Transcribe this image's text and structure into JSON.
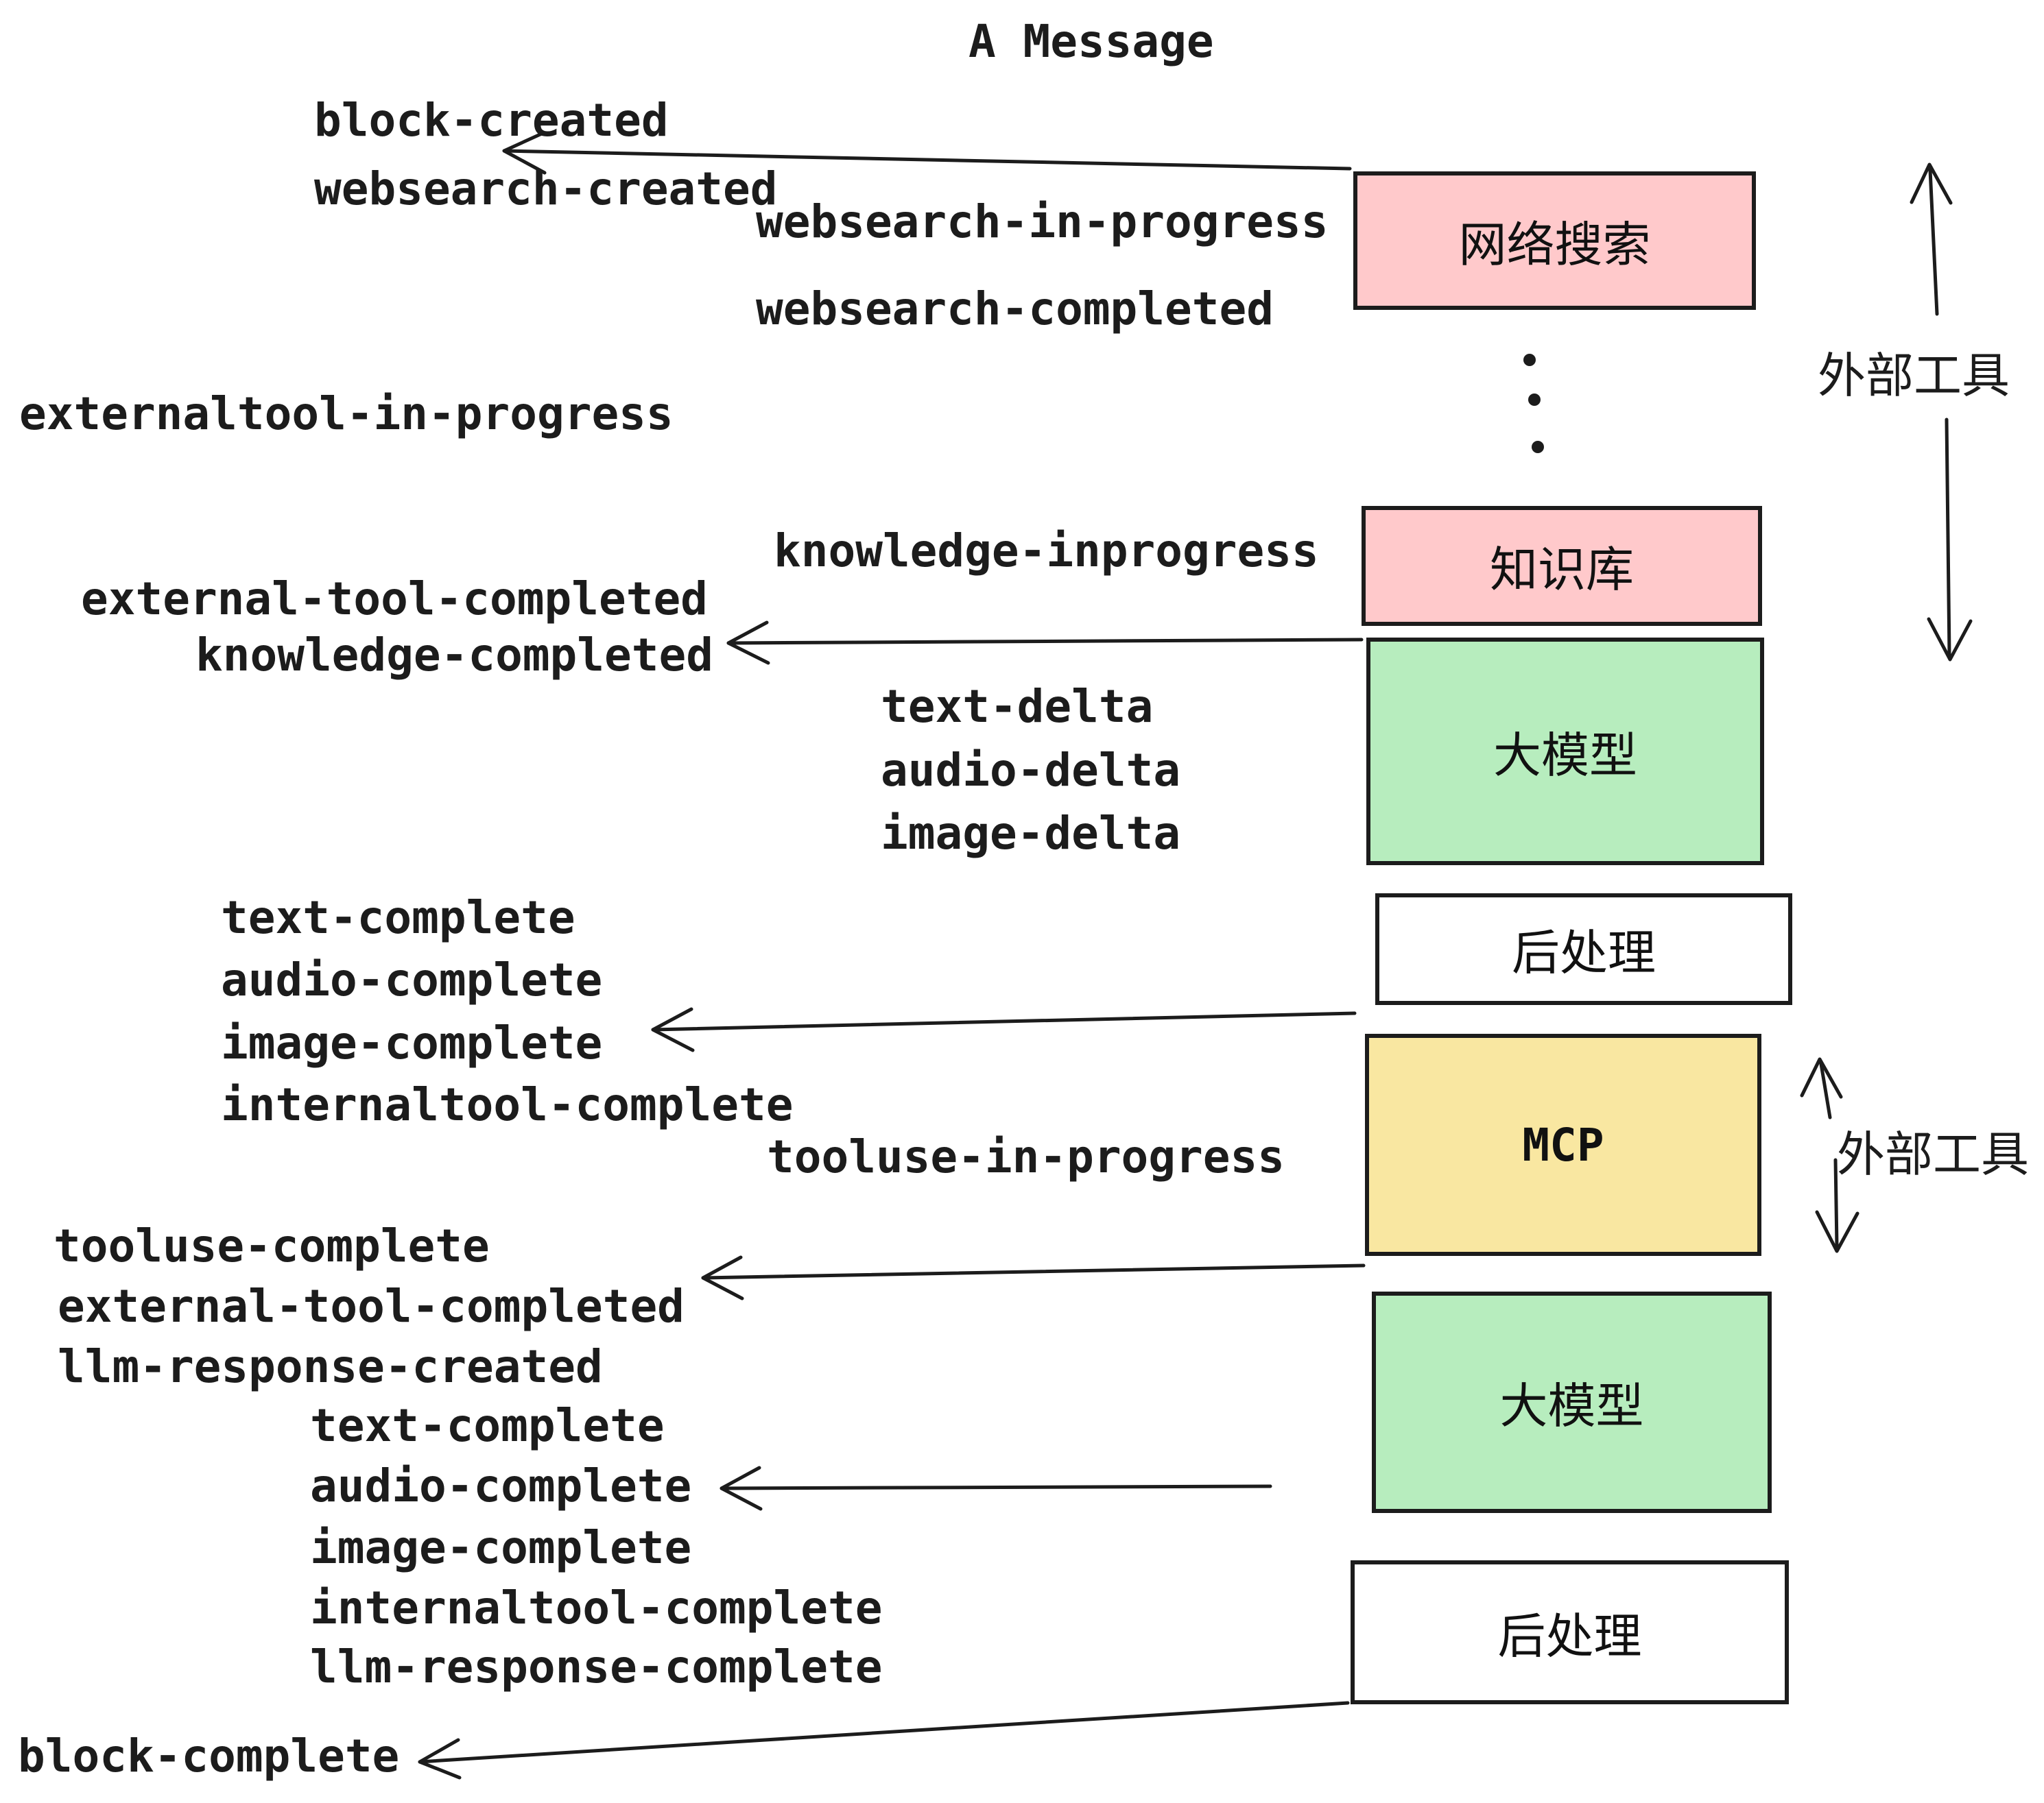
{
  "title": "A Message",
  "colors": {
    "pink": "#ffc9cb",
    "green": "#b7edbe",
    "yellow": "#f9e7a1",
    "ink": "#1c1c1c",
    "white": "#ffffff"
  },
  "boxes": {
    "websearch": "网络搜索",
    "knowledge": "知识库",
    "llm1": "大模型",
    "post1": "后处理",
    "mcp": "MCP",
    "llm2": "大模型",
    "post2": "后处理"
  },
  "side_labels": {
    "external_tools_top": "外部工具",
    "external_tools_bottom": "外部工具"
  },
  "events": {
    "block_created": "block-created",
    "websearch_created": "websearch-created",
    "websearch_in_progress": "websearch-in-progress",
    "websearch_completed": "websearch-completed",
    "externaltool_in_progress": "externaltool-in-progress",
    "knowledge_inprogress": "knowledge-inprogress",
    "external_tool_completed": "external-tool-completed",
    "knowledge_completed": "knowledge-completed",
    "text_delta_1": "text-delta",
    "audio_delta_1": "audio-delta",
    "image_delta_1": "image-delta",
    "text_complete_1": "text-complete",
    "audio_complete_1": "audio-complete",
    "image_complete_1": "image-complete",
    "internaltool_complete_1": "internaltool-complete",
    "tooluse_in_progress": "tooluse-in-progress",
    "tooluse_complete": "tooluse-complete",
    "external_tool_completed_2": "external-tool-completed",
    "llm_response_created": "llm-response-created",
    "text_complete_2": "text-complete",
    "audio_complete_2": "audio-complete",
    "image_complete_2": "image-complete",
    "internaltool_complete_2": "internaltool-complete",
    "llm_response_complete": "llm-response-complete",
    "block_complete": "block-complete"
  }
}
